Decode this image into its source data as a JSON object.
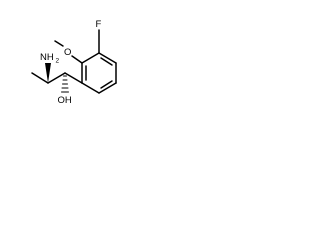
{
  "molecule": {
    "atoms": {
      "fluorine": "F",
      "methoxy_oxygen": "O",
      "amine": "NH",
      "amine_subscript": "2",
      "hydroxyl": "OH"
    },
    "colors": {
      "bond": "#000000",
      "text": "#000000",
      "background": "#ffffff"
    }
  }
}
